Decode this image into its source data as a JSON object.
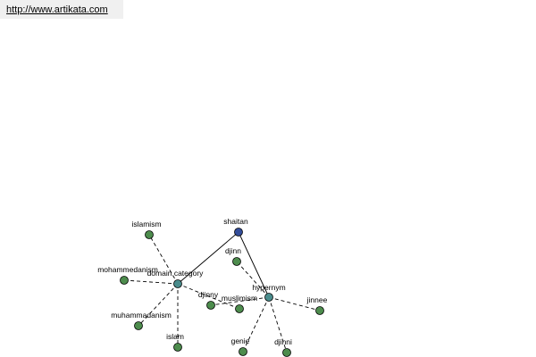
{
  "header": {
    "url": "http://www.artikata.com"
  },
  "graph": {
    "colors": {
      "root": "#334d99",
      "hub": "#4a8c8c",
      "leaf": "#4d8c4d",
      "stroke": "#000000",
      "edge": "#000000"
    },
    "nodes": [
      {
        "id": "shaitan",
        "label": "shaitan",
        "kind": "root"
      },
      {
        "id": "domain",
        "label": "domain category",
        "kind": "hub"
      },
      {
        "id": "hypernym",
        "label": "hypernym",
        "kind": "hub"
      },
      {
        "id": "islamism",
        "label": "islamism",
        "kind": "leaf"
      },
      {
        "id": "mohammedanism",
        "label": "mohammedanism",
        "kind": "leaf"
      },
      {
        "id": "muhammadanism",
        "label": "muhammadanism",
        "kind": "leaf"
      },
      {
        "id": "islam",
        "label": "islam",
        "kind": "leaf"
      },
      {
        "id": "djinny",
        "label": "djinny",
        "kind": "leaf"
      },
      {
        "id": "muslimism",
        "label": "muslimism",
        "kind": "leaf"
      },
      {
        "id": "djinn",
        "label": "djinn",
        "kind": "leaf"
      },
      {
        "id": "jinnee",
        "label": "jinnee",
        "kind": "leaf"
      },
      {
        "id": "genie",
        "label": "genie",
        "kind": "leaf"
      },
      {
        "id": "djinni",
        "label": "djinni",
        "kind": "leaf"
      }
    ],
    "edges": [
      {
        "from": "shaitan",
        "to": "domain",
        "style": "solid"
      },
      {
        "from": "shaitan",
        "to": "hypernym",
        "style": "solid"
      },
      {
        "from": "domain",
        "to": "islamism",
        "style": "dashed"
      },
      {
        "from": "domain",
        "to": "mohammedanism",
        "style": "dashed"
      },
      {
        "from": "domain",
        "to": "muhammadanism",
        "style": "dashed"
      },
      {
        "from": "domain",
        "to": "islam",
        "style": "dashed"
      },
      {
        "from": "domain",
        "to": "muslimism",
        "style": "dashed"
      },
      {
        "from": "hypernym",
        "to": "djinny",
        "style": "dashed"
      },
      {
        "from": "hypernym",
        "to": "djinn",
        "style": "dashed"
      },
      {
        "from": "hypernym",
        "to": "jinnee",
        "style": "dashed"
      },
      {
        "from": "hypernym",
        "to": "genie",
        "style": "dashed"
      },
      {
        "from": "hypernym",
        "to": "djinni",
        "style": "dashed"
      }
    ]
  }
}
